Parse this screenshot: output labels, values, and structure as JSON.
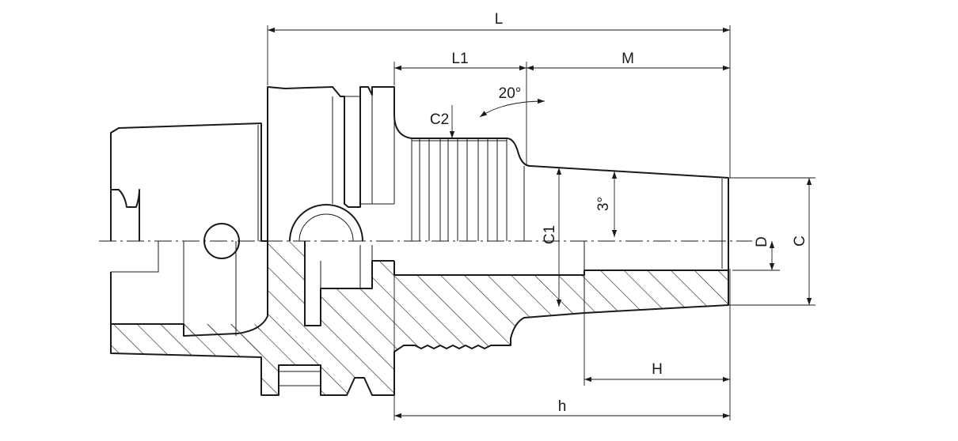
{
  "labels": {
    "L": "L",
    "L1": "L1",
    "M": "M",
    "angle_20": "20°",
    "C2": "C2",
    "C1": "C1",
    "angle_3": "3°",
    "D": "D",
    "C": "C",
    "H": "H",
    "h": "h"
  },
  "colors": {
    "line": "#1a1a1a",
    "background": "#ffffff"
  }
}
